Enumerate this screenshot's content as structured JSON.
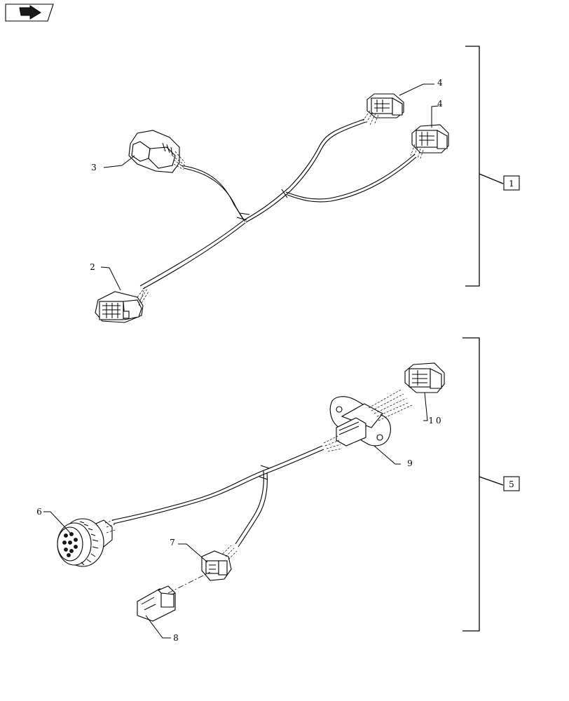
{
  "callouts": {
    "assembly_1": "1",
    "assembly_5": "5",
    "part_2": "2",
    "part_3": "3",
    "part_4a": "4",
    "part_4b": "4",
    "part_6": "6",
    "part_7": "7",
    "part_8": "8",
    "part_9": "9",
    "part_10": "10"
  },
  "nav_icon": "forward-arrow-icon"
}
